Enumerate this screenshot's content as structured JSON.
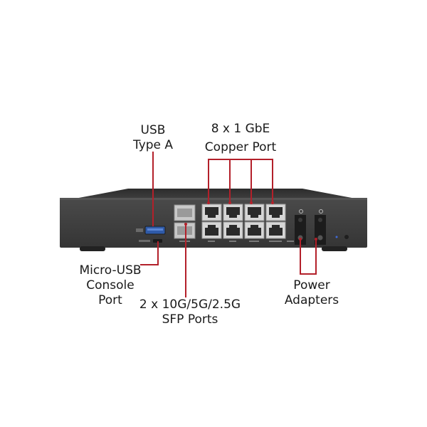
{
  "callouts": {
    "usb_a": {
      "line1": "USB",
      "line2": "Type A"
    },
    "copper": {
      "line1": "8 x 1 GbE",
      "line2": "Copper Port"
    },
    "micro_usb": {
      "line1": "Micro-USB",
      "line2": "Console",
      "line3": "Port"
    },
    "sfp": {
      "line1": "2 x 10G/5G/2.5G",
      "line2": "SFP Ports"
    },
    "power": {
      "line1": "Power",
      "line2": "Adapters"
    }
  },
  "colors": {
    "callout_line": "#b3202a",
    "chassis": "#3e3e3e",
    "label_text": "#1a1a1a"
  }
}
